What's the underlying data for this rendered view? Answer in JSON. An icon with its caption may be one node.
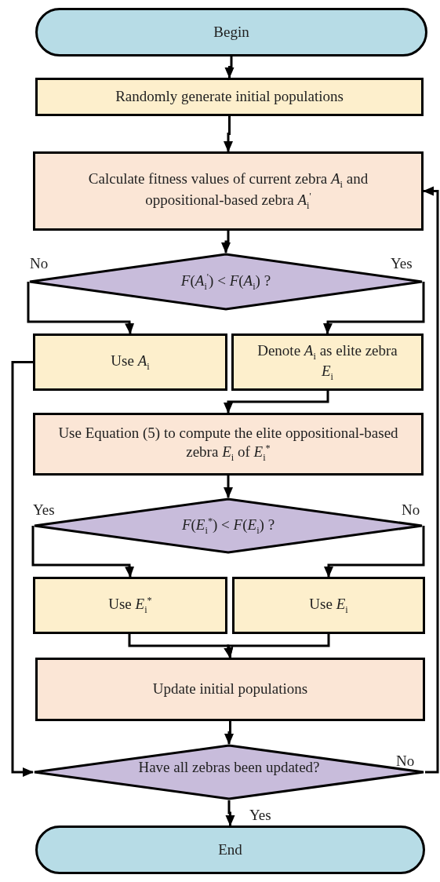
{
  "diagram": {
    "nodes": [
      {
        "text": [
          "Begin"
        ]
      },
      {
        "text": [
          "Randomly generate initial populations"
        ]
      },
      {
        "text": [
          "Calculate fitness values of current zebra *A*$_{i}$ and oppositional-based zebra *A*$_{i}$$^{'}$"
        ]
      },
      {
        "text": [
          "*F*(*A*$_{i}$$^{'}$) < *F*(*A*$_{i}$) ?"
        ]
      },
      {
        "text": [
          "Use *A*$_{i}$"
        ]
      },
      {
        "text": [
          "Denote *A*$_{i}$ as elite zebra *E*$_{i}$"
        ]
      },
      {
        "text": [
          "Use Equation (5) to compute the elite oppositional-based zebra *E*$_{i}$ of *E*$_{i}$$^{*}$"
        ]
      },
      {
        "text": [
          "*F*(*E*$_{i}$$^{*}$) < *F*(*E*$_{i}$) ?"
        ]
      },
      {
        "text": [
          "Use *E*$_{i}$$^{*}$"
        ]
      },
      {
        "text": [
          "Use *E*$_{i}$"
        ]
      },
      {
        "text": [
          "Update initial populations"
        ]
      },
      {
        "text": [
          "Have all zebras been updated?"
        ]
      },
      {
        "text": [
          "End"
        ]
      }
    ],
    "edges": [
      {
        "from": 0,
        "to": 1,
        "arrow": "to"
      },
      {
        "from": 1,
        "to": 2,
        "arrow": "to"
      },
      {
        "from": 2,
        "to": 3,
        "arrow": "to"
      },
      {
        "from": 3,
        "to": 4,
        "arrow": "to",
        "label": "No"
      },
      {
        "from": 3,
        "to": 5,
        "arrow": "to",
        "label": "Yes"
      },
      {
        "from": 5,
        "to": 6,
        "arrow": "to"
      },
      {
        "from": 6,
        "to": 7,
        "arrow": "to"
      },
      {
        "from": 7,
        "to": 8,
        "arrow": "to",
        "label": "Yes"
      },
      {
        "from": 7,
        "to": 9,
        "arrow": "to",
        "label": "No"
      },
      {
        "from": 8,
        "to": 10,
        "arrow": "to"
      },
      {
        "from": 9,
        "to": 10,
        "arrow": "to"
      },
      {
        "from": 10,
        "to": 11,
        "arrow": "to"
      },
      {
        "from": 11,
        "to": 12,
        "arrow": "to",
        "label": "Yes"
      },
      {
        "from": 4,
        "to": 11,
        "arrow": "to"
      },
      {
        "from": 11,
        "to": 2,
        "arrow": "to",
        "label": "No"
      }
    ]
  }
}
